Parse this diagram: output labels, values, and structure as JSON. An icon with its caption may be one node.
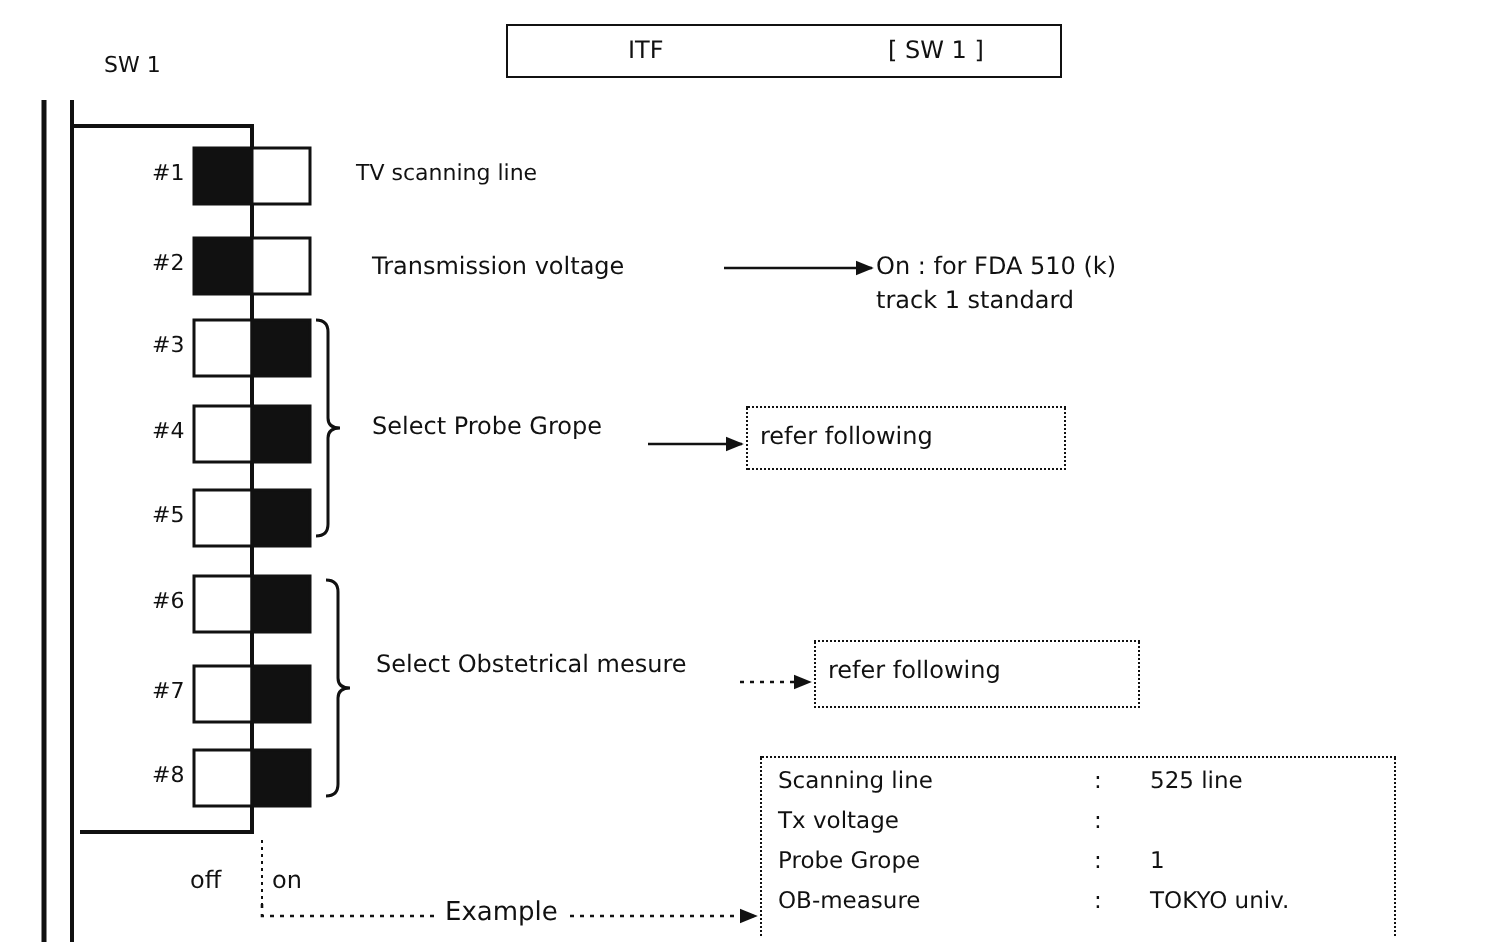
{
  "diagram": {
    "nodes": [
      {
        "text": [
          "ITF",
          "[ SW 1 ]"
        ]
      },
      {
        "text": [
          "Transmission voltage"
        ]
      },
      {
        "text": [
          "On : for FDA 510 (k) track 1 standard"
        ]
      },
      {
        "text": [
          "Select Probe Grope"
        ]
      },
      {
        "text": [
          "refer following"
        ]
      },
      {
        "text": [
          "Select Obstetrical mesure"
        ]
      },
      {
        "text": [
          "refer following"
        ]
      },
      {
        "text": [
          "Scanning line",
          ":",
          "525 line",
          "Tx voltage",
          ":",
          "Probe Grope",
          ":",
          "1",
          "OB-measure",
          ":",
          "TOKYO univ."
        ]
      }
    ],
    "edges": [
      {
        "from": 1,
        "to": 2,
        "arrow": "to"
      },
      {
        "from": 3,
        "to": 4,
        "arrow": "to"
      },
      {
        "from": 5,
        "to": 6,
        "arrow": "to",
        "style": "dashed"
      },
      {
        "from": null,
        "to": 7,
        "arrow": "to",
        "style": "dashed",
        "label": "Example"
      }
    ],
    "labels": [
      "SW 1",
      "#1",
      "TV scanning line",
      "#2",
      "#3",
      "#4",
      "#5",
      "#6",
      "#7",
      "#8",
      "off",
      "on"
    ]
  }
}
